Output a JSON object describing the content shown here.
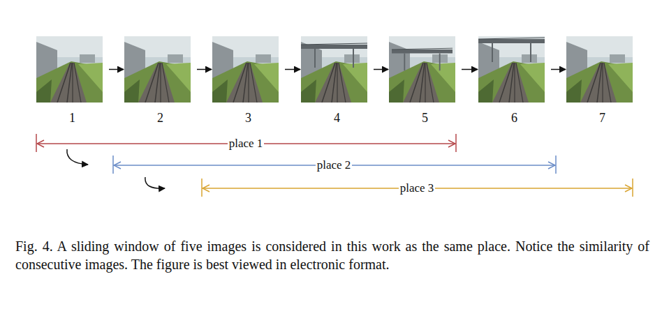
{
  "diagram": {
    "caption": "Fig. 4. A sliding window of five images is considered in this work as the same place. Notice the similarity of consecutive images. The figure is best viewed in electronic format.",
    "nodes": [
      {
        "text": [
          "1"
        ]
      },
      {
        "text": [
          "2"
        ]
      },
      {
        "text": [
          "3"
        ]
      },
      {
        "text": [
          "4"
        ]
      },
      {
        "text": [
          "5"
        ]
      },
      {
        "text": [
          "6"
        ]
      },
      {
        "text": [
          "7"
        ]
      }
    ],
    "edges": [
      {
        "from": 0,
        "to": 1,
        "arrow": "to"
      },
      {
        "from": 1,
        "to": 2,
        "arrow": "to"
      },
      {
        "from": 2,
        "to": 3,
        "arrow": "to"
      },
      {
        "from": 3,
        "to": 4,
        "arrow": "to"
      },
      {
        "from": 4,
        "to": 5,
        "arrow": "to"
      },
      {
        "from": 5,
        "to": 6,
        "arrow": "to"
      }
    ],
    "labels": [
      "place 1",
      "place 2",
      "place 3"
    ]
  }
}
